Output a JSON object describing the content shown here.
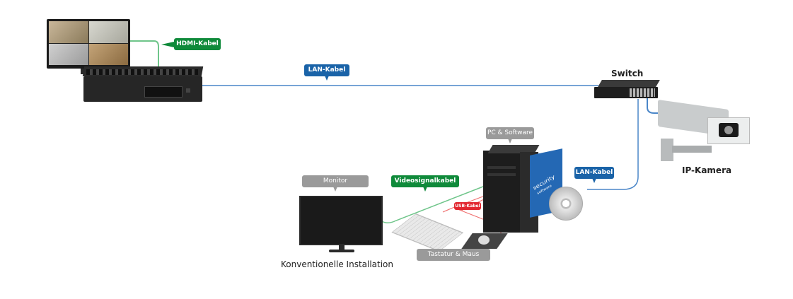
{
  "diagram": {
    "top_setup": {
      "devices": [
        "NVR box",
        "Monitor"
      ],
      "labels": {
        "hdmi": "HDMI-Kabel",
        "lan_top": "LAN-Kabel"
      }
    },
    "network": {
      "switch_label": "Switch",
      "camera_label": "IP-Kamera"
    },
    "conventional": {
      "title": "Konventionelle Installation",
      "labels": {
        "pc": "PC & Software",
        "monitor": "Monitor",
        "video_cable": "Videosignalkabel",
        "usb_cable": "USB-Kabel",
        "lan_bottom": "LAN-Kabel",
        "keyboard_mouse": "Tastatur & Maus"
      },
      "software_box_text": "security",
      "software_box_sub": "software"
    },
    "colors": {
      "green_tag": "#0f8a3a",
      "blue_tag": "#1a63a8",
      "gray_tag": "#9a9a9a",
      "red_tag": "#e2262f",
      "lan_wire": "#4a86c8",
      "hdmi_wire": "#6fc58a",
      "usb_wire": "#f07070"
    }
  }
}
